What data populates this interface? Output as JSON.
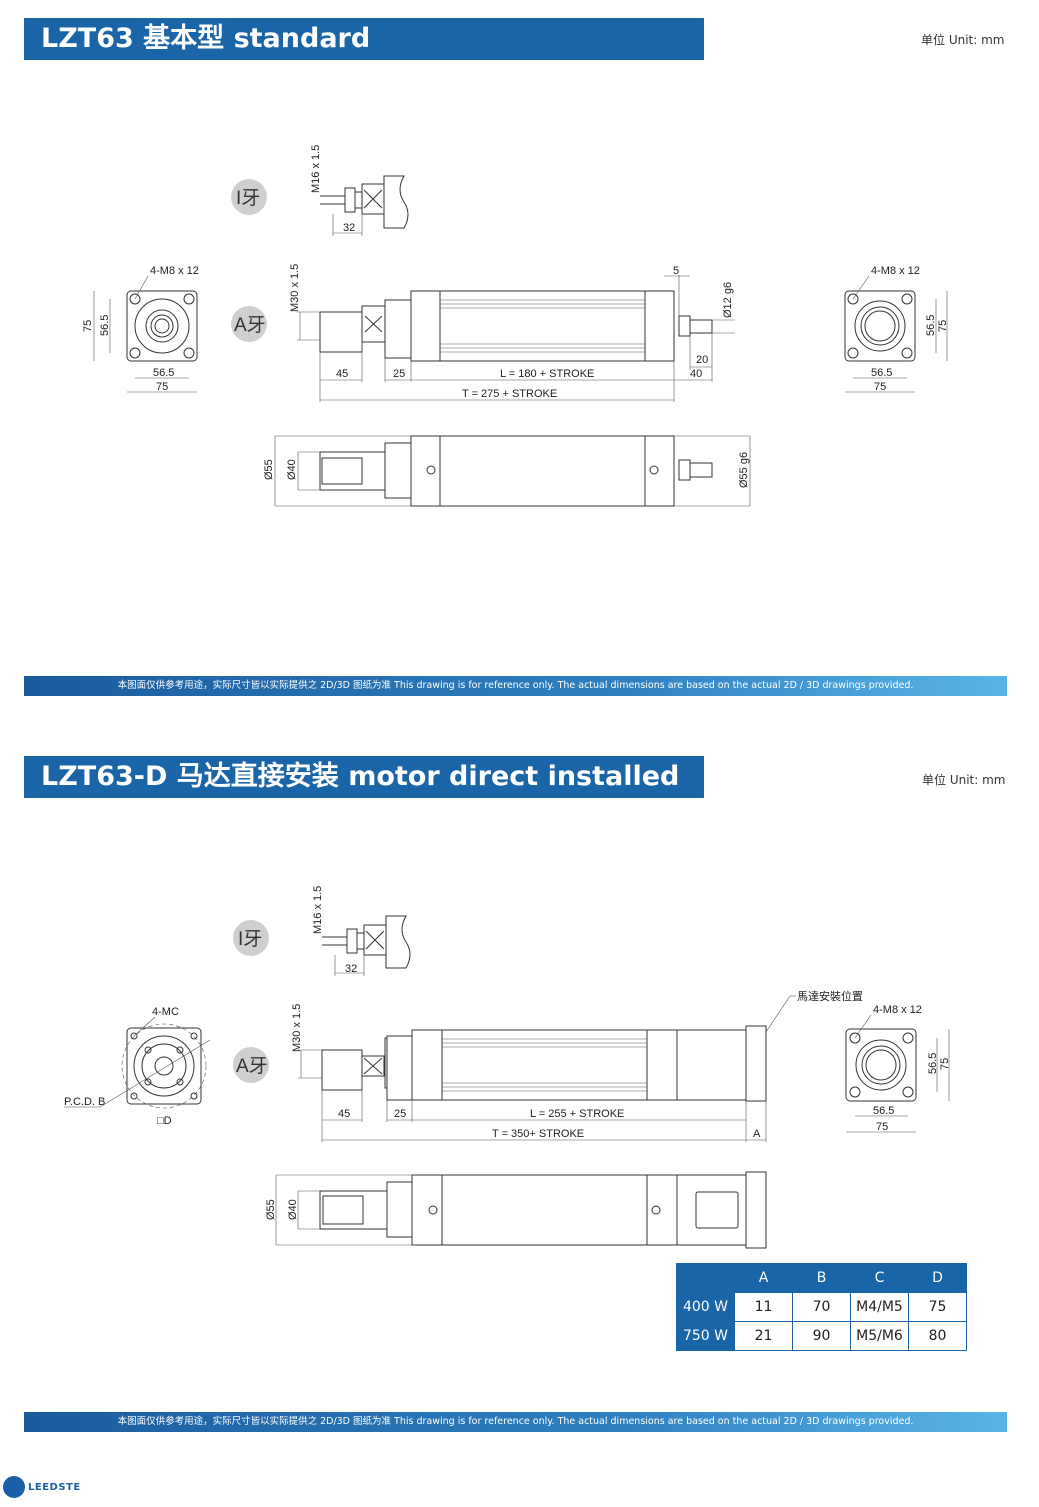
{
  "section1": {
    "title": "LZT63  基本型 standard",
    "unit": "单位 Unit:  mm",
    "badge_i": "I牙",
    "badge_a": "A牙",
    "dims": {
      "m16": "M16 x 1.5",
      "d32": "32",
      "m30": "M30 x 1.5",
      "d45": "45",
      "d25": "25",
      "L": "L = 180 + STROKE",
      "T": "T = 275 + STROKE",
      "d5": "5",
      "d12": "Ø12 g6",
      "d20": "20",
      "d40": "40",
      "left_holes": "4-M8 x 12",
      "left_565": "56.5",
      "left_75": "75",
      "left_v75": "75",
      "left_v565": "56.5",
      "right_holes": "4-M8 x 12",
      "right_565": "56.5",
      "right_75": "75",
      "right_v565": "56.5",
      "right_v75": "75",
      "phi55": "Ø55",
      "phi40": "Ø40",
      "phi55g6": "Ø55 g6"
    },
    "note": "本图面仅供参考用途，实际尺寸皆以实际提供之 2D/3D 图纸为准 This drawing is for reference only. The actual dimensions are based on the actual 2D / 3D drawings provided."
  },
  "section2": {
    "title": "LZT63-D 马达直接安装 motor direct installed",
    "unit": "单位 Unit:  mm",
    "badge_i": "I牙",
    "badge_a": "A牙",
    "dims": {
      "m16": "M16 x 1.5",
      "d32": "32",
      "m30": "M30 x 1.5",
      "d45": "45",
      "d25": "25",
      "L": "L = 255 + STROKE",
      "T": "T = 350+ STROKE",
      "A": "A",
      "motor_pos": "馬達安裝位置",
      "mc": "4-MC",
      "pcd": "P.C.D. B",
      "sqD": "□D",
      "right_holes": "4-M8 x 12",
      "right_565": "56.5",
      "right_75": "75",
      "right_v565": "56.5",
      "right_v75": "75",
      "phi55": "Ø55",
      "phi40": "Ø40"
    },
    "table": {
      "headers": [
        "",
        "A",
        "B",
        "C",
        "D"
      ],
      "rows": [
        [
          "400 W",
          "11",
          "70",
          "M4/M5",
          "75"
        ],
        [
          "750 W",
          "21",
          "90",
          "M5/M6",
          "80"
        ]
      ]
    },
    "note": "本图面仅供参考用途，实际尺寸皆以实际提供之 2D/3D 图纸为准 This drawing is for reference only. The actual dimensions are based on the actual 2D / 3D drawings provided."
  },
  "logo": "LEEDSTE",
  "colors": {
    "brand": "#1a64a8",
    "note_end": "#5ab4e6"
  }
}
